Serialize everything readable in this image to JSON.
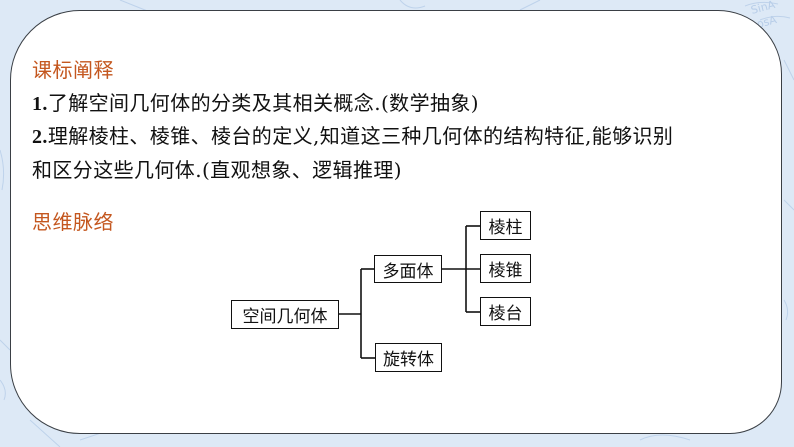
{
  "slide": {
    "background_color": "#dde9f6",
    "accent_color": "#c4571f",
    "section1": {
      "heading": "课标阐释",
      "items": [
        {
          "num": "1.",
          "text": "了解空间几何体的分类及其相关概念.(数学抽象)"
        },
        {
          "num": "2.",
          "text": "理解棱柱、棱锥、棱台的定义,知道这三种几何体的结构特征,能够识别",
          "continuation": "和区分这些几何体.(直观想象、逻辑推理)"
        }
      ]
    },
    "section2": {
      "heading": "思维脉络",
      "diagram": {
        "root": "空间几何体",
        "branches": [
          {
            "label": "多面体",
            "children": [
              "棱柱",
              "棱锥",
              "棱台"
            ]
          },
          {
            "label": "旋转体",
            "children": []
          }
        ]
      }
    }
  }
}
